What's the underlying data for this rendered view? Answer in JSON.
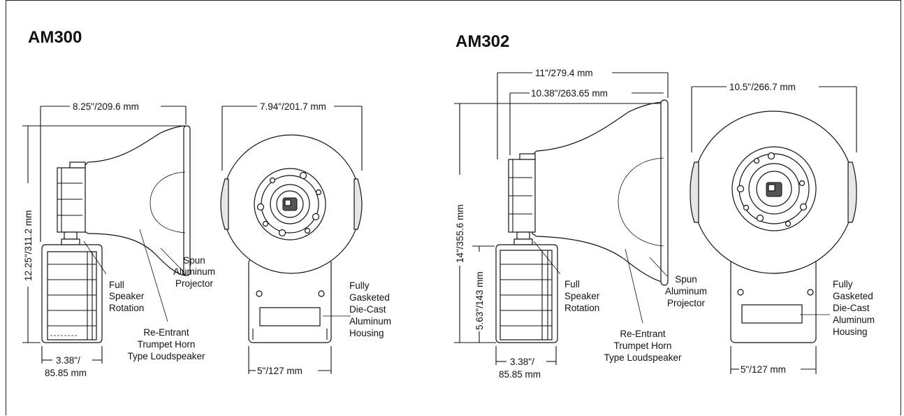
{
  "models": [
    {
      "id": "am300",
      "title": "AM300",
      "dims": {
        "horn_depth": "8.25\"/209.6 mm",
        "front_width": "7.94\"/201.7 mm",
        "height": "12.25\"/311.2 mm",
        "base_width_1": "3.38\"/",
        "base_width_2": "85.85 mm",
        "housing_width": "5\"/127 mm"
      },
      "callouts": {
        "projector": [
          "Spun",
          "Aluminum",
          "Projector"
        ],
        "rotation": [
          "Full",
          "Speaker",
          "Rotation"
        ],
        "horn": [
          "Re-Entrant",
          "Trumpet Horn",
          "Type Loudspeaker"
        ],
        "housing": [
          "Fully",
          "Gasketed",
          "Die-Cast",
          "Aluminum",
          "Housing"
        ]
      }
    },
    {
      "id": "am302",
      "title": "AM302",
      "dims": {
        "overall_depth": "11\"/279.4 mm",
        "horn_depth": "10.38\"/263.65 mm",
        "front_width": "10.5\"/266.7 mm",
        "height": "14\"/355.6 mm",
        "housing_height": "5.63\"/143 mm",
        "base_width_1": "3.38\"/",
        "base_width_2": "85.85 mm",
        "housing_width": "5\"/127 mm"
      },
      "callouts": {
        "projector": [
          "Spun",
          "Aluminum",
          "Projector"
        ],
        "rotation": [
          "Full",
          "Speaker",
          "Rotation"
        ],
        "horn": [
          "Re-Entrant",
          "Trumpet Horn",
          "Type Loudspeaker"
        ],
        "housing": [
          "Fully",
          "Gasketed",
          "Die-Cast",
          "Aluminum",
          "Housing"
        ]
      }
    }
  ]
}
